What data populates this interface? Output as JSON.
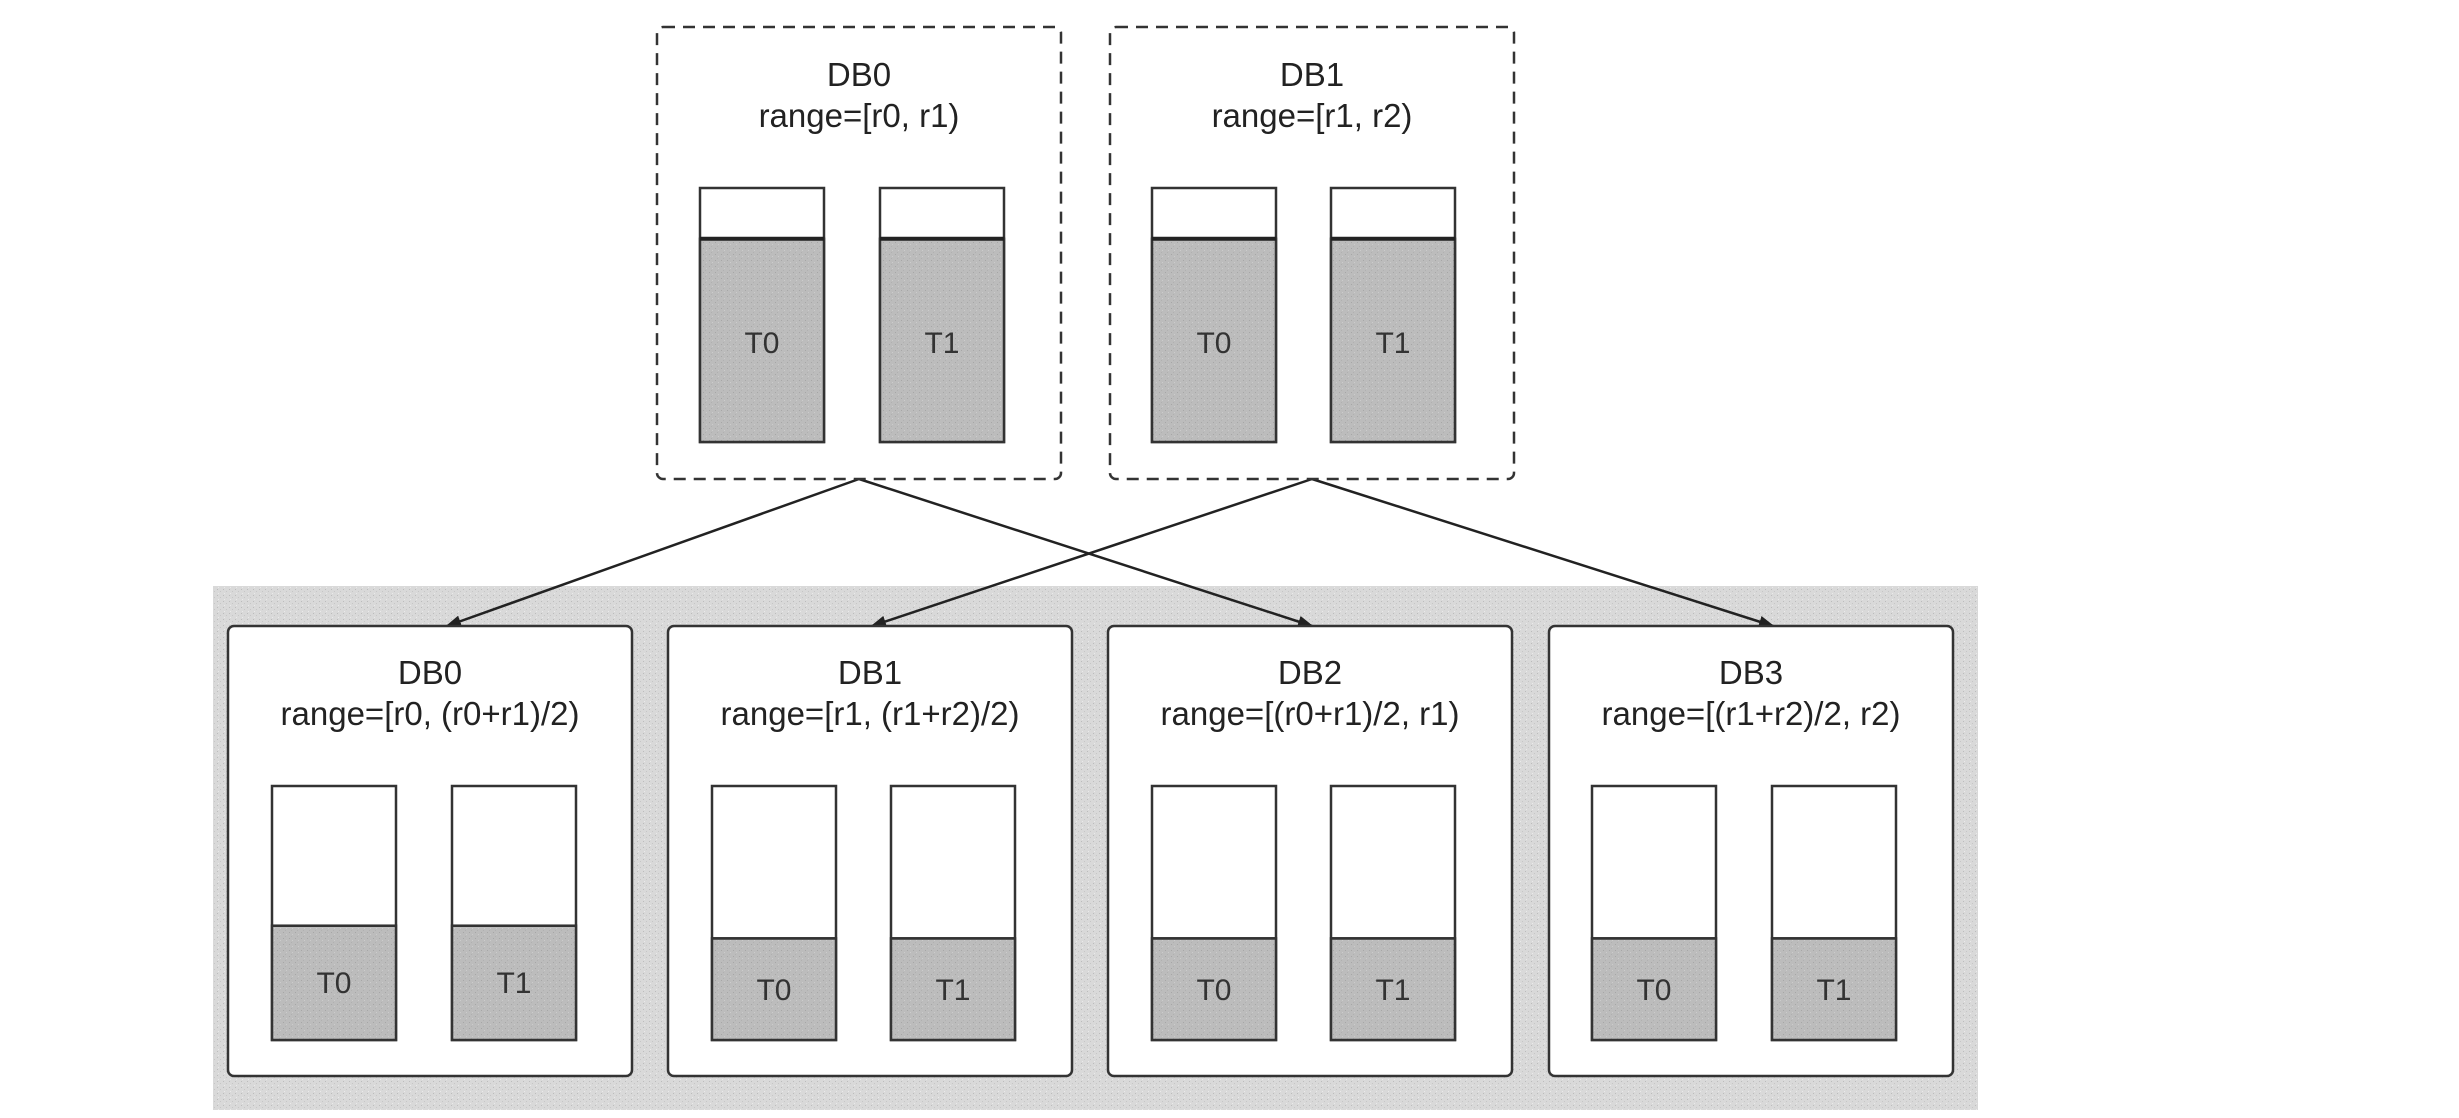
{
  "colors": {
    "background": "#ffffff",
    "panel_fill": "#d6d6d6",
    "table_fill": "#bdbdbd",
    "table_fill_light": "#c4c4c4",
    "stroke": "#333333"
  },
  "source_dbs": [
    {
      "id": "db0",
      "name": "DB0",
      "range": "range=[r0, r1)",
      "tables": [
        {
          "label": "T0",
          "fill_level": 0.8
        },
        {
          "label": "T1",
          "fill_level": 0.8
        }
      ]
    },
    {
      "id": "db1",
      "name": "DB1",
      "range": "range=[r1, r2)",
      "tables": [
        {
          "label": "T0",
          "fill_level": 0.8
        },
        {
          "label": "T1",
          "fill_level": 0.8
        }
      ]
    }
  ],
  "target_dbs": [
    {
      "id": "db0",
      "name": "DB0",
      "range": "range=[r0, (r0+r1)/2)",
      "tables": [
        {
          "label": "T0",
          "fill_level": 0.45
        },
        {
          "label": "T1",
          "fill_level": 0.45
        }
      ]
    },
    {
      "id": "db1",
      "name": "DB1",
      "range": "range=[r1, (r1+r2)/2)",
      "tables": [
        {
          "label": "T0",
          "fill_level": 0.4
        },
        {
          "label": "T1",
          "fill_level": 0.4
        }
      ]
    },
    {
      "id": "db2",
      "name": "DB2",
      "range": "range=[(r0+r1)/2, r1)",
      "tables": [
        {
          "label": "T0",
          "fill_level": 0.4
        },
        {
          "label": "T1",
          "fill_level": 0.4
        }
      ]
    },
    {
      "id": "db3",
      "name": "DB3",
      "range": "range=[(r1+r2)/2, r2)",
      "tables": [
        {
          "label": "T0",
          "fill_level": 0.4
        },
        {
          "label": "T1",
          "fill_level": 0.4
        }
      ]
    }
  ],
  "arrows": [
    {
      "from": "source.db0",
      "to": "target.db0"
    },
    {
      "from": "source.db0",
      "to": "target.db2"
    },
    {
      "from": "source.db1",
      "to": "target.db1"
    },
    {
      "from": "source.db1",
      "to": "target.db3"
    }
  ]
}
